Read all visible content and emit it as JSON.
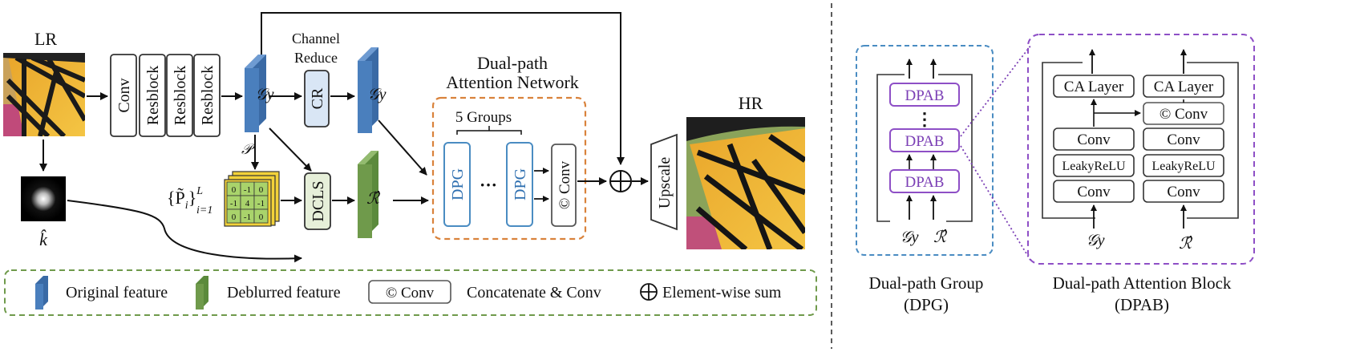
{
  "colors": {
    "blue_block": "#4a7fbd",
    "green_block": "#6f9a4b",
    "cr_fill": "#d9e6f5",
    "dcls_fill": "#e6efd9",
    "orange_dash": "#d9823b",
    "green_dash": "#6f9a4b",
    "blue_dash": "#4a8cc2",
    "purple_dash": "#8e4fc6",
    "dpab_border": "#8e4fc6",
    "kernel_yellow": "#f2d23a",
    "kernel_green": "#a9d36b"
  },
  "icons": [
    "lr-butterfly-image",
    "blur-kernel-image",
    "hr-butterfly-image",
    "element-sum-icon",
    "copyright-icon"
  ],
  "labels": {
    "lr": "LR",
    "hr": "HR",
    "k_hat": "k̂",
    "conv": "Conv",
    "resblock": "Resblock",
    "gy": "𝒢y",
    "channel_reduce_1": "Channel",
    "channel_reduce_2": "Reduce",
    "cr": "CR",
    "p_cal": "𝒫",
    "kernel_set": "{P̃",
    "kernel_sub": "i",
    "kernel_close": "}",
    "kernel_sup": "L",
    "kernel_range": "i=1",
    "dcls": "DCLS",
    "r_hat": "ℛ̂",
    "dan_title_1": "Dual-path",
    "dan_title_2": "Attention Network",
    "groups": "5 Groups",
    "dpg": "DPG",
    "ellipsis": "···",
    "cconv": "© Conv",
    "upscale": "Upscale",
    "plus": "+"
  },
  "kernel_grid": [
    [
      "0",
      "-1",
      "0"
    ],
    [
      "-1",
      "4",
      "-1"
    ],
    [
      "0",
      "-1",
      "0"
    ]
  ],
  "legend": {
    "original": "Original feature",
    "deblurred": "Deblurred feature",
    "cconv_box": "© Conv",
    "concat": "Concatenate & Conv",
    "sum": "Element-wise sum"
  },
  "dpg_panel": {
    "dpab": "DPAB",
    "vdots": "⋮",
    "in_left": "𝒢y",
    "in_right": "ℛ̂",
    "caption_1": "Dual-path Group",
    "caption_2": "(DPG)"
  },
  "dpab_panel": {
    "ca_layer": "CA Layer",
    "cconv": "© Conv",
    "conv": "Conv",
    "leaky": "LeakyReLU",
    "in_left": "𝒢y",
    "in_right": "ℛ̂",
    "caption_1": "Dual-path Attention Block",
    "caption_2": "(DPAB)"
  }
}
